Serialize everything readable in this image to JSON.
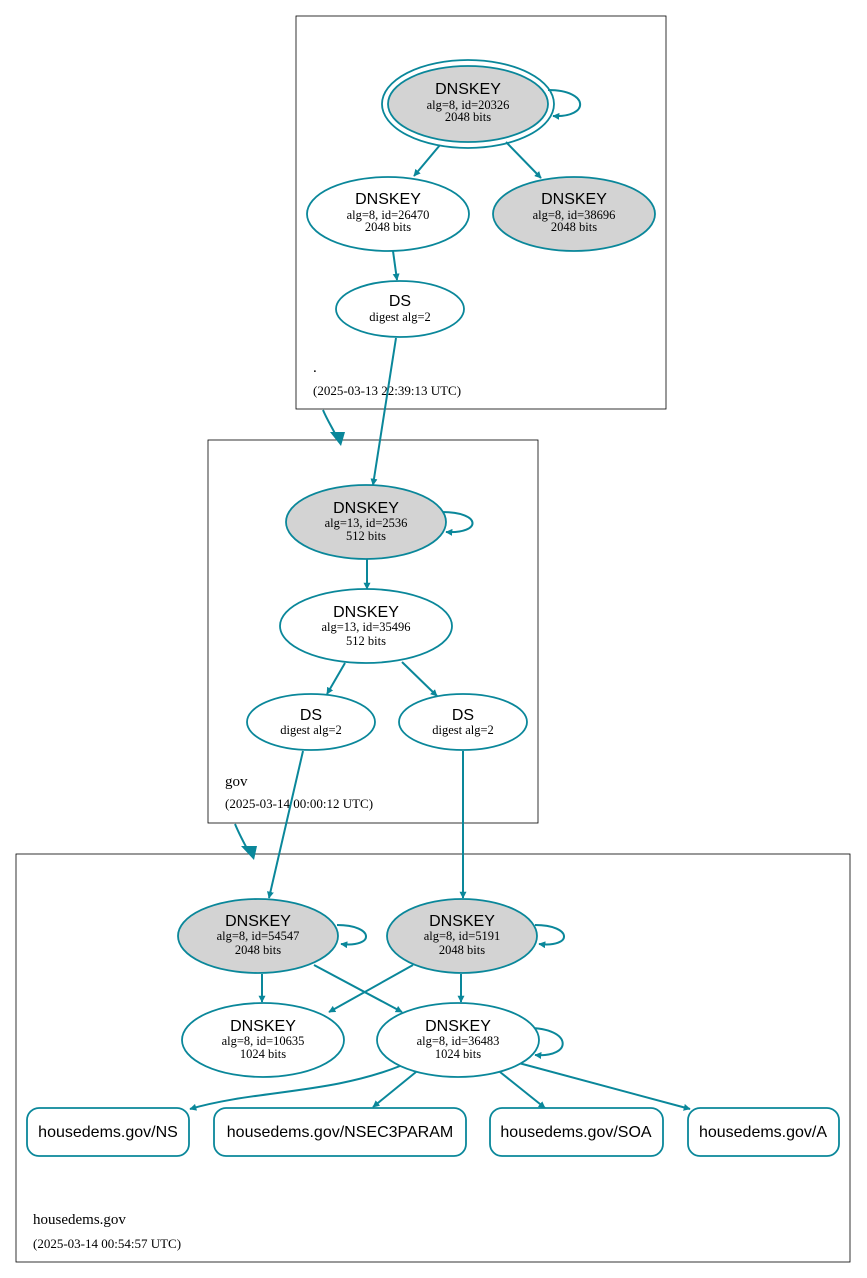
{
  "colors": {
    "edge": "#0a879a",
    "ksk_fill": "#d3d3d3",
    "zsk_fill": "#ffffff",
    "zone_border": "#000000"
  },
  "zones": {
    "root": {
      "name": ".",
      "timestamp": "(2025-03-13 22:39:13 UTC)"
    },
    "gov": {
      "name": "gov",
      "timestamp": "(2025-03-14 00:00:12 UTC)"
    },
    "housedems": {
      "name": "housedems.gov",
      "timestamp": "(2025-03-14 00:54:57 UTC)"
    }
  },
  "nodes": {
    "root_ksk": {
      "title": "DNSKEY",
      "line1": "alg=8, id=20326",
      "line2": "2048 bits"
    },
    "root_zsk": {
      "title": "DNSKEY",
      "line1": "alg=8, id=26470",
      "line2": "2048 bits"
    },
    "root_ksk2": {
      "title": "DNSKEY",
      "line1": "alg=8, id=38696",
      "line2": "2048 bits"
    },
    "root_ds": {
      "title": "DS",
      "line1": "digest alg=2"
    },
    "gov_ksk": {
      "title": "DNSKEY",
      "line1": "alg=13, id=2536",
      "line2": "512 bits"
    },
    "gov_zsk": {
      "title": "DNSKEY",
      "line1": "alg=13, id=35496",
      "line2": "512 bits"
    },
    "gov_ds1": {
      "title": "DS",
      "line1": "digest alg=2"
    },
    "gov_ds2": {
      "title": "DS",
      "line1": "digest alg=2"
    },
    "hd_ksk1": {
      "title": "DNSKEY",
      "line1": "alg=8, id=54547",
      "line2": "2048 bits"
    },
    "hd_ksk2": {
      "title": "DNSKEY",
      "line1": "alg=8, id=5191",
      "line2": "2048 bits"
    },
    "hd_zsk1": {
      "title": "DNSKEY",
      "line1": "alg=8, id=10635",
      "line2": "1024 bits"
    },
    "hd_zsk2": {
      "title": "DNSKEY",
      "line1": "alg=8, id=36483",
      "line2": "1024 bits"
    }
  },
  "rrsets": {
    "ns": "housedems.gov/NS",
    "nsec3param": "housedems.gov/NSEC3PARAM",
    "soa": "housedems.gov/SOA",
    "a": "housedems.gov/A"
  }
}
